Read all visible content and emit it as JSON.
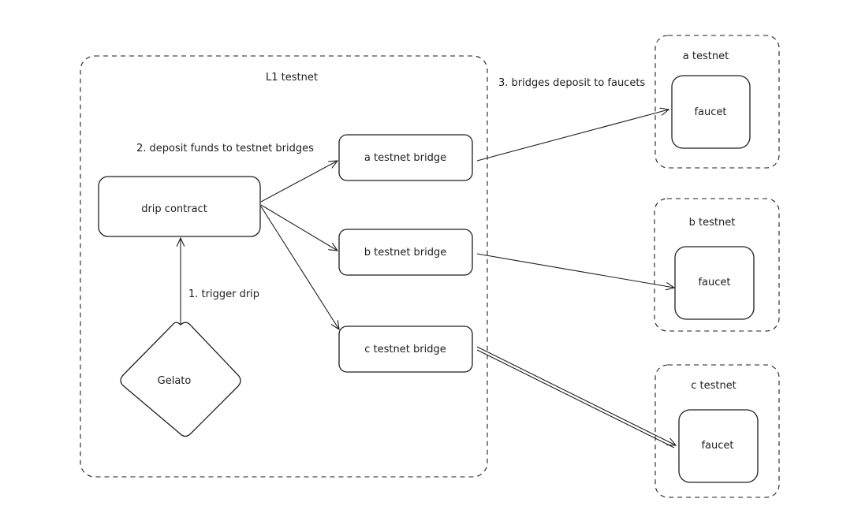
{
  "diagram": {
    "l1_region_label": "L1 testnet",
    "nodes": {
      "drip_contract": "drip contract",
      "gelato": "Gelato",
      "bridge_a": "a testnet bridge",
      "bridge_b": "b testnet bridge",
      "bridge_c": "c testnet bridge"
    },
    "testnets": [
      {
        "label": "a testnet",
        "faucet": "faucet"
      },
      {
        "label": "b testnet",
        "faucet": "faucet"
      },
      {
        "label": "c testnet",
        "faucet": "faucet"
      }
    ],
    "steps": {
      "step1": "1. trigger drip",
      "step2": "2. deposit funds to testnet bridges",
      "step3": "3. bridges deposit to faucets"
    },
    "colors": {
      "stroke": "#1e1e1e",
      "background": "#ffffff"
    }
  }
}
